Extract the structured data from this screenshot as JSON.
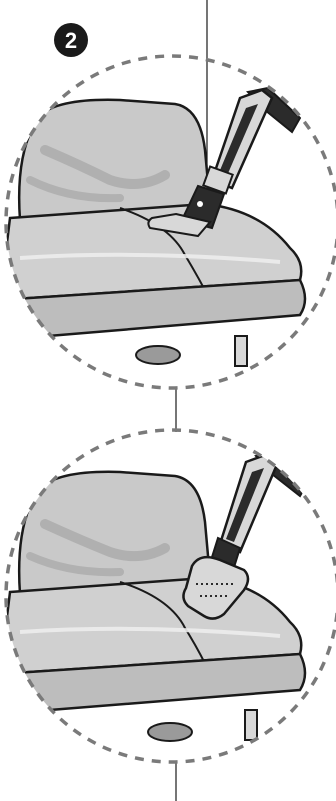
{
  "step": {
    "number": "2"
  },
  "colors": {
    "ink": "#1a1a1a",
    "sofa_fill": "#c9c9c9",
    "sofa_shadow": "#8f8f8f",
    "sofa_highlight": "#e6e6e6",
    "dash_circle": "#7a7a7a",
    "tool_dark": "#2b2b2b",
    "tool_light": "#d8d8d8"
  },
  "panels": [
    {
      "id": "top",
      "depicts": "cushion",
      "attachment": "crevice-tool"
    },
    {
      "id": "bottom",
      "depicts": "cushion",
      "attachment": "upholstery-brush"
    }
  ]
}
